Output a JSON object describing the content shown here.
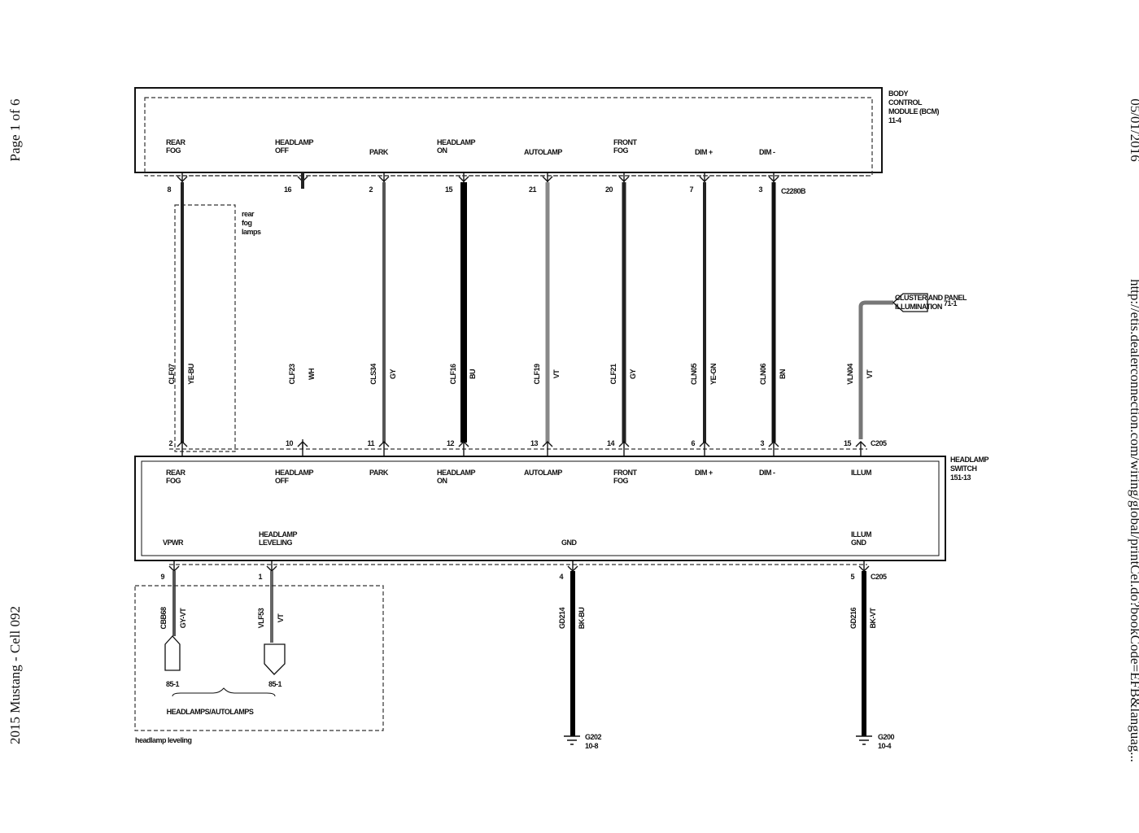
{
  "page": {
    "page_of": "Page 1 of 6",
    "doc_title": "2015 Mustang - Cell 092",
    "date": "05/01/2016",
    "url": "http://etis.dealerconnection.com/wiring/global/printCel.do?bookCode=EFB&languag..."
  },
  "bcm": {
    "name_lines": [
      "BODY",
      "CONTROL",
      "MODULE (BCM)",
      "11-4"
    ],
    "connector": "C2280B",
    "pins": [
      {
        "label": [
          "REAR",
          "FOG"
        ],
        "pin": "8"
      },
      {
        "label": [
          "HEADLAMP",
          "OFF"
        ],
        "pin": "16"
      },
      {
        "label": [
          "PARK"
        ],
        "pin": "2"
      },
      {
        "label": [
          "HEADLAMP",
          "ON"
        ],
        "pin": "15"
      },
      {
        "label": [
          "AUTOLAMP"
        ],
        "pin": "21"
      },
      {
        "label": [
          "FRONT",
          "FOG"
        ],
        "pin": "20"
      },
      {
        "label": [
          "DIM +"
        ],
        "pin": "7"
      },
      {
        "label": [
          "DIM -"
        ],
        "pin": "3"
      }
    ]
  },
  "circuits": [
    {
      "id": "CLF07",
      "color": "YE-BU",
      "stroke": "#222222"
    },
    {
      "id": "CLF23",
      "color": "WH",
      "stroke": "#222222"
    },
    {
      "id": "CLS34",
      "color": "GY",
      "stroke": "#555555"
    },
    {
      "id": "CLF16",
      "color": "BU",
      "stroke": "#000000"
    },
    {
      "id": "CLF19",
      "color": "VT",
      "stroke": "#888888"
    },
    {
      "id": "CLF21",
      "color": "GY",
      "stroke": "#222222"
    },
    {
      "id": "CLN05",
      "color": "YE-GN",
      "stroke": "#222222"
    },
    {
      "id": "CLN06",
      "color": "BN",
      "stroke": "#111111"
    },
    {
      "id": "VLN04",
      "color": "VT",
      "stroke": "#777777"
    }
  ],
  "rear_fog": {
    "label_lines": [
      "rear",
      "fog",
      "lamps"
    ]
  },
  "cluster": {
    "label_lines": [
      "CLUSTER AND PANEL",
      "ILLUMINATION"
    ],
    "ref": "71-1"
  },
  "switch": {
    "name_lines": [
      "HEADLAMP",
      "SWITCH",
      "151-13"
    ],
    "connector_top": "C205",
    "connector_bottom": "C205",
    "top_pins": [
      {
        "label": [
          "REAR",
          "FOG"
        ],
        "pin": "2"
      },
      {
        "label": [
          "HEADLAMP",
          "OFF"
        ],
        "pin": "10"
      },
      {
        "label": [
          "PARK"
        ],
        "pin": "11"
      },
      {
        "label": [
          "HEADLAMP",
          "ON"
        ],
        "pin": "12"
      },
      {
        "label": [
          "AUTOLAMP"
        ],
        "pin": "13"
      },
      {
        "label": [
          "FRONT",
          "FOG"
        ],
        "pin": "14"
      },
      {
        "label": [
          "DIM +"
        ],
        "pin": "6"
      },
      {
        "label": [
          "DIM -"
        ],
        "pin": "3"
      },
      {
        "label": [
          "ILLUM"
        ],
        "pin": "15"
      }
    ],
    "bottom_pins": [
      {
        "label": [
          "VPWR"
        ],
        "pin": "9"
      },
      {
        "label": [
          "HEADLAMP",
          "LEVELING"
        ],
        "pin": "1"
      },
      {
        "label": [
          "GND"
        ],
        "pin": "4"
      },
      {
        "label": [
          "ILLUM",
          "GND"
        ],
        "pin": "5"
      }
    ]
  },
  "bottom_circuits": [
    {
      "id": "CBB68",
      "color": "GY-VT",
      "stroke": "#555555"
    },
    {
      "id": "VLF53",
      "color": "VT",
      "stroke": "#666666"
    },
    {
      "id": "GD214",
      "color": "BK-BU",
      "stroke": "#000000"
    },
    {
      "id": "GD216",
      "color": "BK-VT",
      "stroke": "#000000"
    }
  ],
  "leveling": {
    "ref_left": "85-1",
    "ref_right": "85-1",
    "group_label": "HEADLAMPS/AUTOLAMPS",
    "box_label": "headlamp leveling"
  },
  "grounds": [
    {
      "id": "G202",
      "ref": "10-8"
    },
    {
      "id": "G200",
      "ref": "10-4"
    }
  ]
}
